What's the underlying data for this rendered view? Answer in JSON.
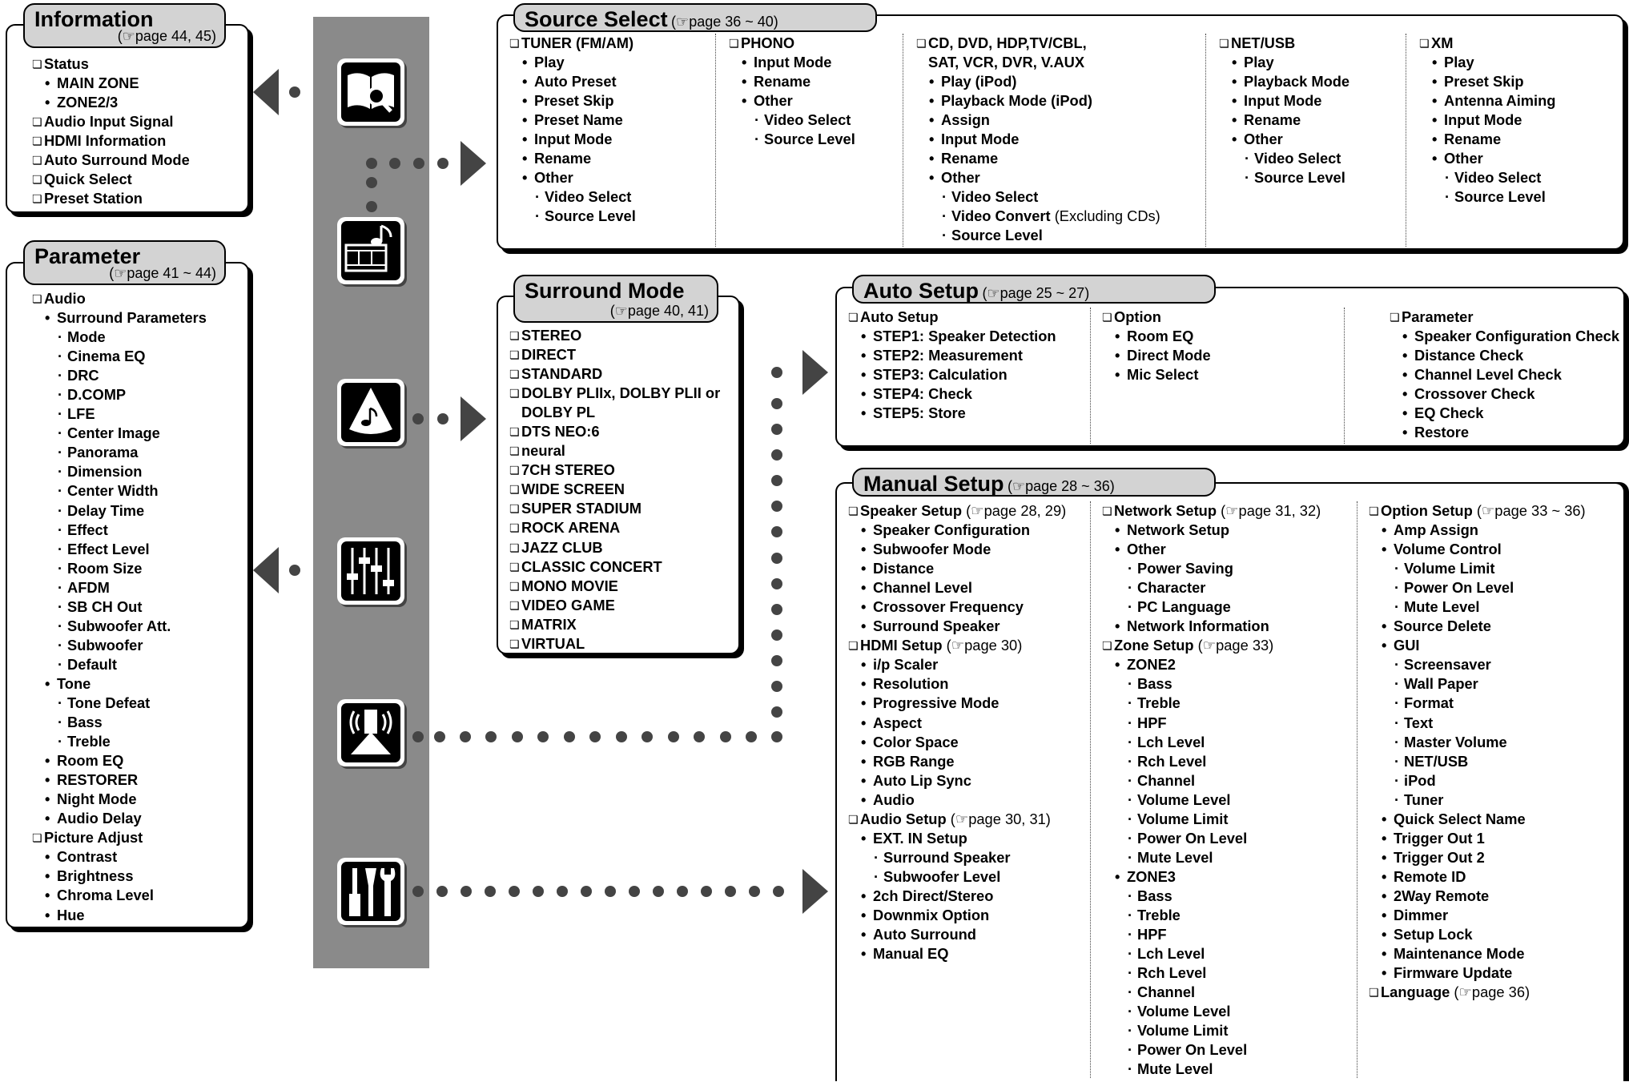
{
  "information": {
    "title": "Information",
    "ref": "page 44, 45",
    "items": [
      {
        "level": 0,
        "text": "Status"
      },
      {
        "level": 1,
        "text": "MAIN ZONE"
      },
      {
        "level": 1,
        "text": "ZONE2/3"
      },
      {
        "level": 0,
        "text": "Audio Input Signal"
      },
      {
        "level": 0,
        "text": "HDMI Information"
      },
      {
        "level": 0,
        "text": "Auto Surround Mode"
      },
      {
        "level": 0,
        "text": "Quick Select"
      },
      {
        "level": 0,
        "text": "Preset Station"
      }
    ]
  },
  "parameter": {
    "title": "Parameter",
    "ref": "page 41 ~ 44",
    "items": [
      {
        "level": 0,
        "text": "Audio"
      },
      {
        "level": 1,
        "text": "Surround Parameters"
      },
      {
        "level": 2,
        "text": "Mode"
      },
      {
        "level": 2,
        "text": "Cinema EQ"
      },
      {
        "level": 2,
        "text": "DRC"
      },
      {
        "level": 2,
        "text": "D.COMP"
      },
      {
        "level": 2,
        "text": "LFE"
      },
      {
        "level": 2,
        "text": "Center Image"
      },
      {
        "level": 2,
        "text": "Panorama"
      },
      {
        "level": 2,
        "text": "Dimension"
      },
      {
        "level": 2,
        "text": "Center Width"
      },
      {
        "level": 2,
        "text": "Delay Time"
      },
      {
        "level": 2,
        "text": "Effect"
      },
      {
        "level": 2,
        "text": "Effect Level"
      },
      {
        "level": 2,
        "text": "Room Size"
      },
      {
        "level": 2,
        "text": "AFDM"
      },
      {
        "level": 2,
        "text": "SB CH Out"
      },
      {
        "level": 2,
        "text": "Subwoofer Att."
      },
      {
        "level": 2,
        "text": "Subwoofer"
      },
      {
        "level": 2,
        "text": "Default"
      },
      {
        "level": 1,
        "text": "Tone"
      },
      {
        "level": 2,
        "text": "Tone Defeat"
      },
      {
        "level": 2,
        "text": "Bass"
      },
      {
        "level": 2,
        "text": "Treble"
      },
      {
        "level": 1,
        "text": "Room EQ"
      },
      {
        "level": 1,
        "text": "RESTORER"
      },
      {
        "level": 1,
        "text": "Night Mode"
      },
      {
        "level": 1,
        "text": "Audio Delay"
      },
      {
        "level": 0,
        "text": "Picture Adjust"
      },
      {
        "level": 1,
        "text": "Contrast"
      },
      {
        "level": 1,
        "text": "Brightness"
      },
      {
        "level": 1,
        "text": "Chroma Level"
      },
      {
        "level": 1,
        "text": "Hue"
      }
    ]
  },
  "source_select": {
    "title": "Source Select",
    "ref": "page 36 ~ 40",
    "columns": [
      [
        {
          "level": 0,
          "text": "TUNER (FM/AM)"
        },
        {
          "level": 1,
          "text": "Play"
        },
        {
          "level": 1,
          "text": "Auto Preset"
        },
        {
          "level": 1,
          "text": "Preset Skip"
        },
        {
          "level": 1,
          "text": "Preset Name"
        },
        {
          "level": 1,
          "text": "Input Mode"
        },
        {
          "level": 1,
          "text": "Rename"
        },
        {
          "level": 1,
          "text": "Other"
        },
        {
          "level": 2,
          "text": "Video Select"
        },
        {
          "level": 2,
          "text": "Source Level"
        }
      ],
      [
        {
          "level": 0,
          "text": "PHONO"
        },
        {
          "level": 1,
          "text": "Input Mode"
        },
        {
          "level": 1,
          "text": "Rename"
        },
        {
          "level": 1,
          "text": "Other"
        },
        {
          "level": 2,
          "text": "Video Select"
        },
        {
          "level": 2,
          "text": "Source Level"
        }
      ],
      [
        {
          "level": 0,
          "text": "CD, DVD, HDP,TV/CBL,"
        },
        {
          "level": 3,
          "text": "SAT, VCR, DVR, V.AUX"
        },
        {
          "level": 1,
          "text": "Play (iPod)"
        },
        {
          "level": 1,
          "text": "Playback Mode (iPod)"
        },
        {
          "level": 1,
          "text": "Assign"
        },
        {
          "level": 1,
          "text": "Input Mode"
        },
        {
          "level": 1,
          "text": "Rename"
        },
        {
          "level": 1,
          "text": "Other"
        },
        {
          "level": 2,
          "text": "Video Select"
        },
        {
          "level": 2,
          "text": "Video Convert",
          "note": " (Excluding CDs)"
        },
        {
          "level": 2,
          "text": "Source Level"
        }
      ],
      [
        {
          "level": 0,
          "text": "NET/USB"
        },
        {
          "level": 1,
          "text": "Play"
        },
        {
          "level": 1,
          "text": "Playback Mode"
        },
        {
          "level": 1,
          "text": "Input Mode"
        },
        {
          "level": 1,
          "text": "Rename"
        },
        {
          "level": 1,
          "text": "Other"
        },
        {
          "level": 2,
          "text": "Video Select"
        },
        {
          "level": 2,
          "text": "Source Level"
        }
      ],
      [
        {
          "level": 0,
          "text": "XM"
        },
        {
          "level": 1,
          "text": "Play"
        },
        {
          "level": 1,
          "text": "Preset Skip"
        },
        {
          "level": 1,
          "text": "Antenna Aiming"
        },
        {
          "level": 1,
          "text": "Input Mode"
        },
        {
          "level": 1,
          "text": "Rename"
        },
        {
          "level": 1,
          "text": "Other"
        },
        {
          "level": 2,
          "text": "Video Select"
        },
        {
          "level": 2,
          "text": "Source Level"
        }
      ]
    ]
  },
  "surround_mode": {
    "title": "Surround Mode",
    "ref": "page 40, 41",
    "items": [
      {
        "level": 0,
        "text": "STEREO"
      },
      {
        "level": 0,
        "text": "DIRECT"
      },
      {
        "level": 0,
        "text": "STANDARD"
      },
      {
        "level": 0,
        "text": "DOLBY PLIIx, DOLBY PLII or"
      },
      {
        "level": 3,
        "text": "DOLBY PL"
      },
      {
        "level": 0,
        "text": "DTS NEO:6"
      },
      {
        "level": 0,
        "text": "neural"
      },
      {
        "level": 0,
        "text": "7CH STEREO"
      },
      {
        "level": 0,
        "text": "WIDE SCREEN"
      },
      {
        "level": 0,
        "text": "SUPER STADIUM"
      },
      {
        "level": 0,
        "text": "ROCK ARENA"
      },
      {
        "level": 0,
        "text": "JAZZ CLUB"
      },
      {
        "level": 0,
        "text": "CLASSIC CONCERT"
      },
      {
        "level": 0,
        "text": "MONO MOVIE"
      },
      {
        "level": 0,
        "text": "VIDEO GAME"
      },
      {
        "level": 0,
        "text": "MATRIX"
      },
      {
        "level": 0,
        "text": "VIRTUAL"
      }
    ]
  },
  "auto_setup": {
    "title": "Auto Setup",
    "ref": "page 25 ~ 27",
    "columns": [
      [
        {
          "level": 0,
          "text": "Auto Setup"
        },
        {
          "level": 1,
          "text": "STEP1: Speaker Detection"
        },
        {
          "level": 1,
          "text": "STEP2: Measurement"
        },
        {
          "level": 1,
          "text": "STEP3: Calculation"
        },
        {
          "level": 1,
          "text": "STEP4: Check"
        },
        {
          "level": 1,
          "text": "STEP5: Store"
        }
      ],
      [
        {
          "level": 0,
          "text": "Option"
        },
        {
          "level": 1,
          "text": "Room EQ"
        },
        {
          "level": 1,
          "text": "Direct Mode"
        },
        {
          "level": 1,
          "text": "Mic Select"
        }
      ],
      [
        {
          "level": 0,
          "text": "Parameter"
        },
        {
          "level": 1,
          "text": "Speaker Configuration Check"
        },
        {
          "level": 1,
          "text": "Distance Check"
        },
        {
          "level": 1,
          "text": "Channel Level Check"
        },
        {
          "level": 1,
          "text": "Crossover Check"
        },
        {
          "level": 1,
          "text": "EQ Check"
        },
        {
          "level": 1,
          "text": "Restore"
        }
      ]
    ]
  },
  "manual_setup": {
    "title": "Manual Setup",
    "ref": "page 28 ~ 36",
    "columns": [
      [
        {
          "level": 0,
          "text": "Speaker Setup",
          "ref": "page 28, 29"
        },
        {
          "level": 1,
          "text": "Speaker Configuration"
        },
        {
          "level": 1,
          "text": "Subwoofer Mode"
        },
        {
          "level": 1,
          "text": "Distance"
        },
        {
          "level": 1,
          "text": "Channel Level"
        },
        {
          "level": 1,
          "text": "Crossover Frequency"
        },
        {
          "level": 1,
          "text": "Surround Speaker"
        },
        {
          "level": 0,
          "text": "HDMI Setup",
          "ref": "page 30"
        },
        {
          "level": 1,
          "text": "i/p Scaler"
        },
        {
          "level": 1,
          "text": "Resolution"
        },
        {
          "level": 1,
          "text": "Progressive Mode"
        },
        {
          "level": 1,
          "text": "Aspect"
        },
        {
          "level": 1,
          "text": "Color Space"
        },
        {
          "level": 1,
          "text": "RGB Range"
        },
        {
          "level": 1,
          "text": "Auto Lip Sync"
        },
        {
          "level": 1,
          "text": "Audio"
        },
        {
          "level": 0,
          "text": "Audio Setup",
          "ref": "page 30, 31"
        },
        {
          "level": 1,
          "text": "EXT. IN Setup"
        },
        {
          "level": 2,
          "text": "Surround Speaker"
        },
        {
          "level": 2,
          "text": "Subwoofer Level"
        },
        {
          "level": 1,
          "text": "2ch Direct/Stereo"
        },
        {
          "level": 1,
          "text": "Downmix Option"
        },
        {
          "level": 1,
          "text": "Auto Surround"
        },
        {
          "level": 1,
          "text": "Manual EQ"
        }
      ],
      [
        {
          "level": 0,
          "text": "Network Setup",
          "ref": "page 31, 32"
        },
        {
          "level": 1,
          "text": "Network Setup"
        },
        {
          "level": 1,
          "text": "Other"
        },
        {
          "level": 2,
          "text": "Power Saving"
        },
        {
          "level": 2,
          "text": "Character"
        },
        {
          "level": 2,
          "text": "PC Language"
        },
        {
          "level": 1,
          "text": "Network Information"
        },
        {
          "level": 0,
          "text": "Zone Setup",
          "ref": "page 33"
        },
        {
          "level": 1,
          "text": "ZONE2"
        },
        {
          "level": 2,
          "text": "Bass"
        },
        {
          "level": 2,
          "text": "Treble"
        },
        {
          "level": 2,
          "text": "HPF"
        },
        {
          "level": 2,
          "text": "Lch Level"
        },
        {
          "level": 2,
          "text": "Rch Level"
        },
        {
          "level": 2,
          "text": "Channel"
        },
        {
          "level": 2,
          "text": "Volume Level"
        },
        {
          "level": 2,
          "text": "Volume Limit"
        },
        {
          "level": 2,
          "text": "Power On Level"
        },
        {
          "level": 2,
          "text": "Mute Level"
        },
        {
          "level": 1,
          "text": "ZONE3"
        },
        {
          "level": 2,
          "text": "Bass"
        },
        {
          "level": 2,
          "text": "Treble"
        },
        {
          "level": 2,
          "text": "HPF"
        },
        {
          "level": 2,
          "text": "Lch Level"
        },
        {
          "level": 2,
          "text": "Rch Level"
        },
        {
          "level": 2,
          "text": "Channel"
        },
        {
          "level": 2,
          "text": "Volume Level"
        },
        {
          "level": 2,
          "text": "Volume Limit"
        },
        {
          "level": 2,
          "text": "Power On Level"
        },
        {
          "level": 2,
          "text": "Mute Level"
        }
      ],
      [
        {
          "level": 0,
          "text": "Option Setup",
          "ref": "page 33 ~ 36"
        },
        {
          "level": 1,
          "text": "Amp Assign"
        },
        {
          "level": 1,
          "text": "Volume Control"
        },
        {
          "level": 2,
          "text": "Volume Limit"
        },
        {
          "level": 2,
          "text": "Power On Level"
        },
        {
          "level": 2,
          "text": "Mute Level"
        },
        {
          "level": 1,
          "text": "Source Delete"
        },
        {
          "level": 1,
          "text": "GUI"
        },
        {
          "level": 2,
          "text": "Screensaver"
        },
        {
          "level": 2,
          "text": "Wall Paper"
        },
        {
          "level": 2,
          "text": "Format"
        },
        {
          "level": 2,
          "text": "Text"
        },
        {
          "level": 2,
          "text": "Master Volume"
        },
        {
          "level": 2,
          "text": "NET/USB"
        },
        {
          "level": 2,
          "text": "iPod"
        },
        {
          "level": 2,
          "text": "Tuner"
        },
        {
          "level": 1,
          "text": "Quick Select Name"
        },
        {
          "level": 1,
          "text": "Trigger Out 1"
        },
        {
          "level": 1,
          "text": "Trigger Out 2"
        },
        {
          "level": 1,
          "text": "Remote ID"
        },
        {
          "level": 1,
          "text": "2Way Remote"
        },
        {
          "level": 1,
          "text": "Dimmer"
        },
        {
          "level": 1,
          "text": "Setup Lock"
        },
        {
          "level": 1,
          "text": "Maintenance Mode"
        },
        {
          "level": 1,
          "text": "Firmware Update"
        },
        {
          "level": 0,
          "text": "Language",
          "ref": "page 36"
        }
      ]
    ]
  },
  "icons": [
    "information-book-icon",
    "source-film-music-icon",
    "surround-cone-icon",
    "parameter-sliders-icon",
    "speaker-setup-icon",
    "manual-setup-tools-icon"
  ],
  "colors": {
    "icon_strip": "#8a8a8a",
    "tab": "#d3d3d3",
    "ink": "#000000"
  }
}
